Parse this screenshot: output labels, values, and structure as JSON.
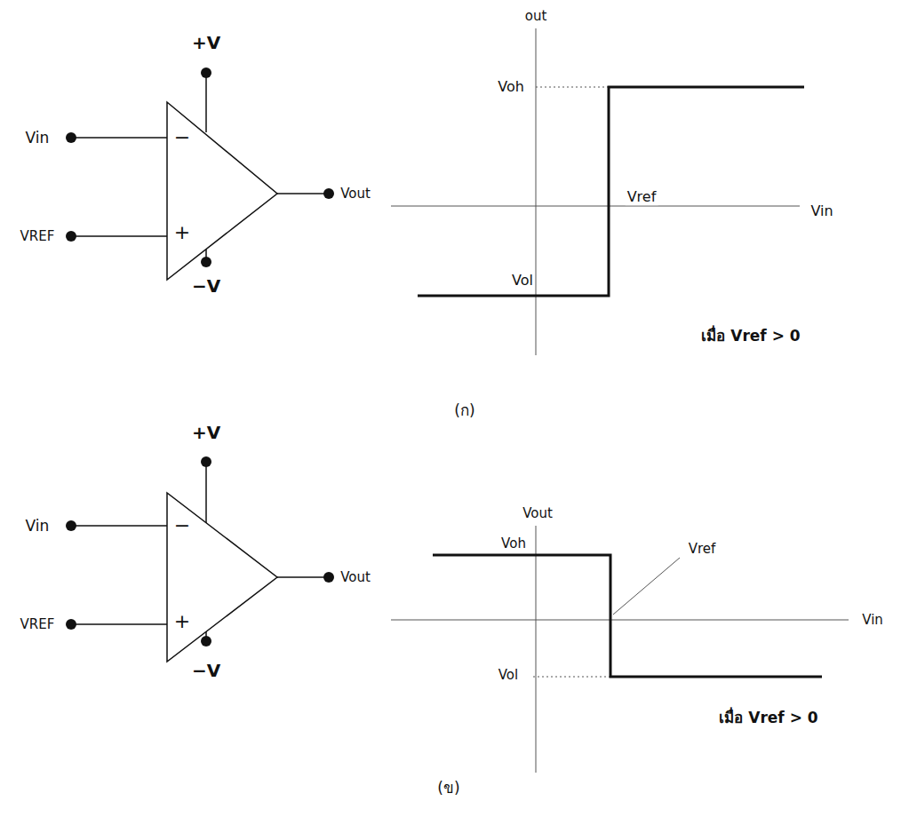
{
  "diagram": {
    "labels": [
      "+V",
      "Vin",
      "VREF",
      "−",
      "+",
      "Vout",
      "−V",
      "out",
      "Voh",
      "Vref",
      "Vin",
      "Vol",
      "เมื่อ Vref > 0",
      "(ก)",
      "+V",
      "Vin",
      "VREF",
      "−",
      "+",
      "Vout",
      "−V",
      "Vout",
      "Voh",
      "Vref",
      "Vin",
      "Vol",
      "เมื่อ Vref > 0",
      "(ข)"
    ]
  }
}
